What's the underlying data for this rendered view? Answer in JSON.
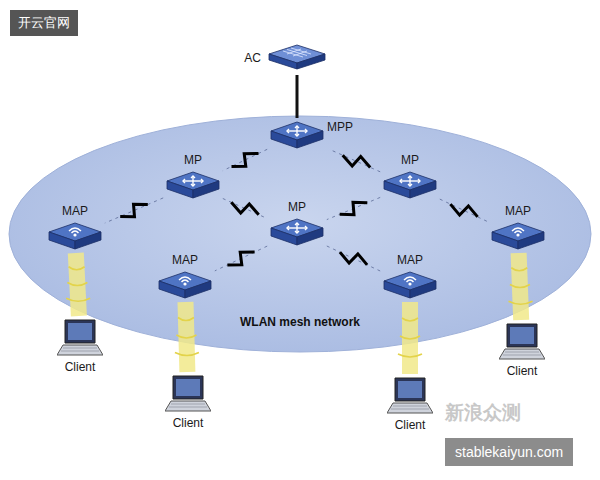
{
  "diagram": {
    "nodes": [
      {
        "text": [
          "AC"
        ]
      },
      {
        "text": [
          "WLAN mesh network"
        ]
      },
      {
        "text": [
          "MPP"
        ],
        "in": 1
      },
      {
        "text": [
          "MP"
        ],
        "in": 1
      },
      {
        "text": [
          "MP"
        ],
        "in": 1
      },
      {
        "text": [
          "MAP"
        ],
        "in": 1
      },
      {
        "text": [
          "MP"
        ],
        "in": 1
      },
      {
        "text": [
          "MAP"
        ],
        "in": 1
      },
      {
        "text": [
          "MAP"
        ],
        "in": 1
      },
      {
        "text": [
          "MAP"
        ],
        "in": 1
      },
      {
        "text": [
          "Client"
        ]
      },
      {
        "text": [
          "Client"
        ]
      },
      {
        "text": [
          "Client"
        ]
      },
      {
        "text": [
          "Client"
        ]
      }
    ],
    "edges": [
      {
        "from": 0,
        "to": 2,
        "arrow": "none"
      },
      {
        "from": 2,
        "to": 3,
        "arrow": "none"
      },
      {
        "from": 2,
        "to": 4,
        "arrow": "none"
      },
      {
        "from": 3,
        "to": 6,
        "arrow": "none"
      },
      {
        "from": 4,
        "to": 6,
        "arrow": "none"
      },
      {
        "from": 3,
        "to": 5,
        "arrow": "none"
      },
      {
        "from": 4,
        "to": 7,
        "arrow": "none"
      },
      {
        "from": 6,
        "to": 8,
        "arrow": "none"
      },
      {
        "from": 6,
        "to": 9,
        "arrow": "none"
      },
      {
        "from": 5,
        "to": 10,
        "arrow": "none"
      },
      {
        "from": 7,
        "to": 11,
        "arrow": "none"
      },
      {
        "from": 8,
        "to": 12,
        "arrow": "none"
      },
      {
        "from": 9,
        "to": 13,
        "arrow": "none"
      }
    ],
    "labels": [
      "开云官网",
      "新浪众测",
      "stablekaiyun.com"
    ]
  }
}
